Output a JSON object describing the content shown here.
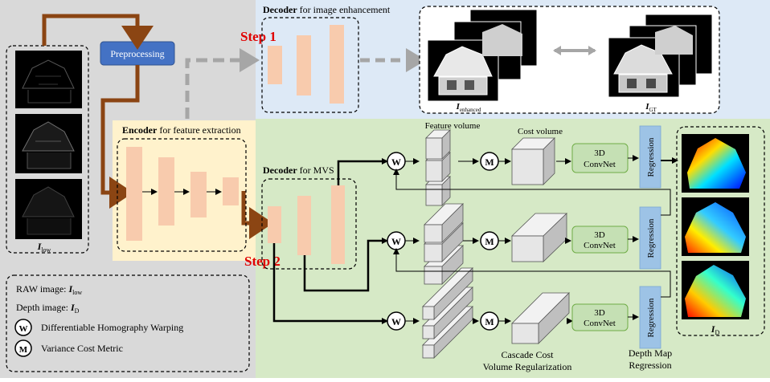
{
  "colors": {
    "bg_gray": "#d9d9d9",
    "bg_blue": "#dde9f6",
    "bg_green": "#d6e9c6",
    "bg_yellow": "#fff2cc",
    "block_peach": "#f8cbad",
    "arrow_brown": "#8b4513",
    "arrow_gray": "#a6a6a6",
    "preproc_blue": "#4472c4",
    "convnet_green": "#c5e0b4",
    "regression_blue": "#9dc3e6",
    "step_red": "#e00000",
    "cube_gray": "#d9d9d9"
  },
  "labels": {
    "preprocessing": "Preprocessing",
    "step1": "Step 1",
    "step2": "Step 2",
    "decoder_enh_bold": "Decoder",
    "decoder_enh_rest": " for image enhancement",
    "encoder_bold": "Encoder",
    "encoder_rest": " for feature extraction",
    "decoder_mvs_bold": "Decoder",
    "decoder_mvs_rest": " for MVS",
    "feature_volume": "Feature volume",
    "cost_volume": "Cost volume",
    "cascade_1": "Cascade Cost",
    "cascade_2": "Volume Regularization",
    "depth_map_1": "Depth Map",
    "depth_map_2": "Regression",
    "convnet_1": "3D",
    "convnet_2": "ConvNet",
    "regression": "Regression",
    "w": "W",
    "m": "M",
    "i_low_main": "I",
    "i_low_sub": "low",
    "i_enh_main": "I",
    "i_enh_sub": "enhanced",
    "i_gt_main": "I",
    "i_gt_sub": "GT",
    "i_d_main": "I",
    "i_d_sub": "D"
  },
  "legend": {
    "raw_text": "RAW image: ",
    "raw_sym": "I",
    "raw_sub": "low",
    "depth_text": "Depth image: ",
    "depth_sym": "I",
    "depth_sub": "D",
    "w_symbol": "W",
    "w_text": "Differentiable Homography Warping",
    "m_symbol": "M",
    "m_text": "Variance Cost Metric"
  }
}
